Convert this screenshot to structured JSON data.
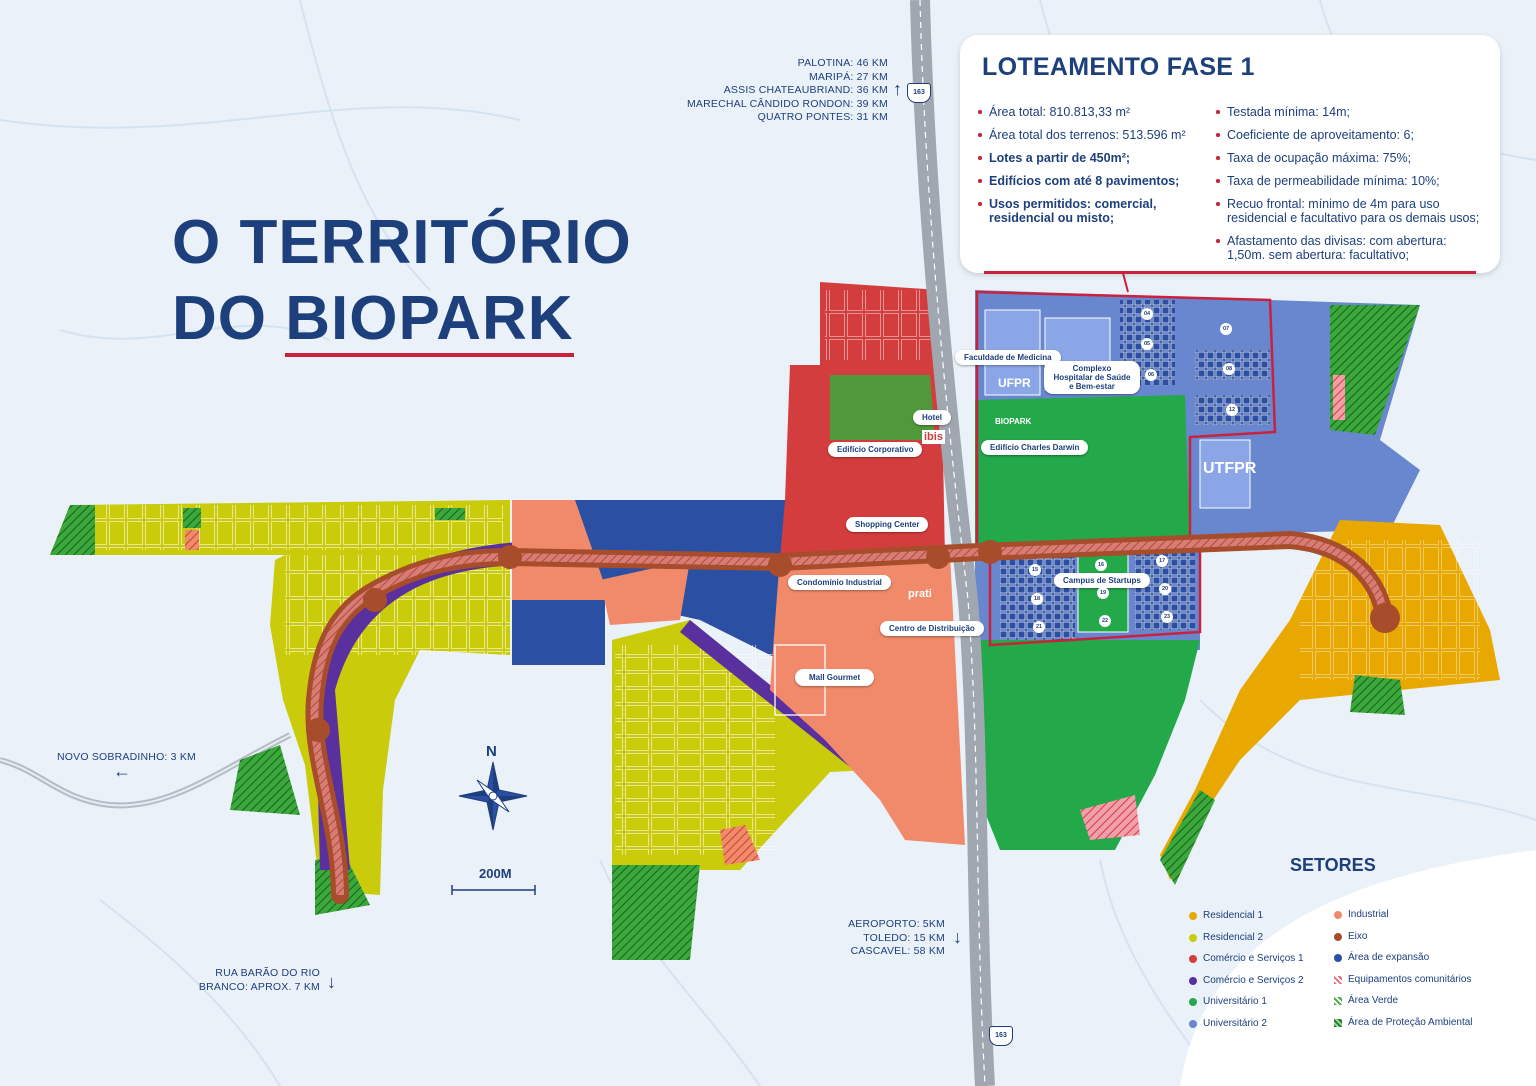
{
  "title": {
    "line1": "O TERRITÓRIO",
    "line2_prefix": "DO ",
    "line2_highlight": "BIOPARK"
  },
  "distances_north": [
    "PALOTINA: 46 KM",
    "MARIPÁ: 27 KM",
    "ASSIS CHATEAUBRIAND: 36 KM",
    "MARECHAL CÂNDIDO RONDON: 39 KM",
    "QUATRO PONTES: 31 KM"
  ],
  "distances_south": [
    "AEROPORTO: 5KM",
    "TOLEDO: 15 KM",
    "CASCAVEL: 58 KM"
  ],
  "distance_west": "NOVO SOBRADINHO: 3 KM",
  "distance_southwest": [
    "RUA BARÃO DO RIO",
    "BRANCO: APROX. 7 KM"
  ],
  "road_shield": "163",
  "phase_card": {
    "title": "LOTEAMENTO FASE 1",
    "left_items": [
      {
        "text": "Área total: 810.813,33 m²",
        "bold": false
      },
      {
        "text": "Área total dos terrenos: 513.596 m²",
        "bold": false
      },
      {
        "text": "Lotes a partir de 450m²;",
        "bold": true
      },
      {
        "text": "Edifícios com até 8 pavimentos;",
        "bold": true
      },
      {
        "text": "Usos permitidos: comercial, residencial ou misto;",
        "bold": true
      }
    ],
    "right_items": [
      {
        "text": "Testada mínima: 14m;"
      },
      {
        "text": "Coeficiente de aproveitamento: 6;"
      },
      {
        "text": "Taxa de ocupação máxima: 75%;"
      },
      {
        "text": "Taxa de permeabilidade mínima: 10%;"
      },
      {
        "text": "Recuo frontal: mínimo de 4m para uso residencial e facultativo para os demais usos;"
      },
      {
        "text": "Afastamento das divisas: com abertura: 1,50m. sem abertura: facultativo;"
      }
    ]
  },
  "map_labels": {
    "faculdade": "Faculdade de Medicina",
    "complexo": "Complexo Hospitalar de Saúde e Bem-estar",
    "hotel": "Hotel",
    "edificio_corp": "Edifício Corporativo",
    "darwin": "Edifício Charles Darwin",
    "shopping": "Shopping Center",
    "condominio": "Condomínio Industrial",
    "startups": "Campus de Startups",
    "distribuicao": "Centro de Distribuição",
    "mall": "Mall Gourmet"
  },
  "logos": {
    "ufpr": "UFPR",
    "utfpr": "UTFPR",
    "ibis": "ibis",
    "prati": "prati",
    "biopark": "BIOPARK"
  },
  "lot_numbers": [
    "04",
    "05",
    "06",
    "07",
    "08",
    "12",
    "15",
    "16",
    "17",
    "18",
    "19",
    "20",
    "21",
    "22",
    "23"
  ],
  "compass": "N",
  "scale": "200M",
  "legend": {
    "title": "SETORES",
    "left": [
      {
        "label": "Residencial 1",
        "color": "#e8a800",
        "hatch": false
      },
      {
        "label": "Residencial 2",
        "color": "#c9cb0b",
        "hatch": false
      },
      {
        "label": "Comércio e Serviços 1",
        "color": "#d43d3d",
        "hatch": false
      },
      {
        "label": "Comércio e Serviços 2",
        "color": "#5a2f9e",
        "hatch": false
      },
      {
        "label": "Universitário 1",
        "color": "#23a84a",
        "hatch": false
      },
      {
        "label": "Universitário 2",
        "color": "#6987cf",
        "hatch": false
      }
    ],
    "right": [
      {
        "label": "Industrial",
        "color": "#f08a6a",
        "hatch": false
      },
      {
        "label": "Eixo",
        "color": "#a84d2b",
        "hatch": false
      },
      {
        "label": "Área de expansão",
        "color": "#2a4fa3",
        "hatch": false
      },
      {
        "label": "Equipamentos comunitários",
        "color": "#e86a7a",
        "hatch": true
      },
      {
        "label": "Área Verde",
        "color": "#3aa83a",
        "hatch": true
      },
      {
        "label": "Área de Proteção Ambiental",
        "color": "#1f7a2a",
        "hatch": true
      }
    ]
  }
}
